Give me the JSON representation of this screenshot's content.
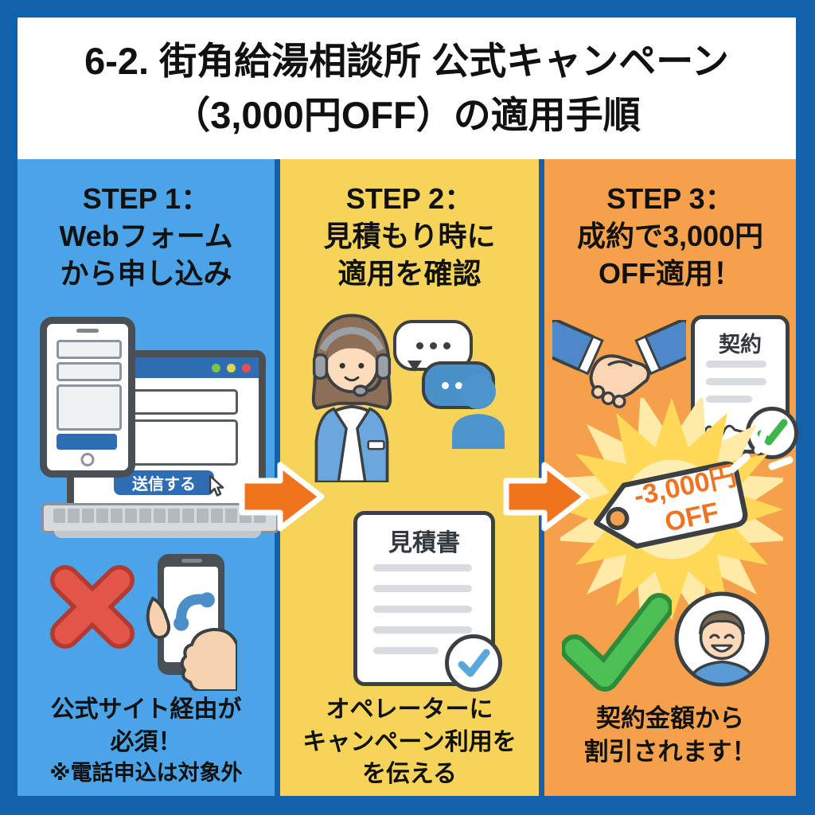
{
  "title": {
    "line1": "6-2. 街角給湯相談所 公式キャンペーン",
    "line2": "（3,000円OFF）の適用手順"
  },
  "steps": [
    {
      "header_line1": "STEP 1：",
      "header_line2": "Webフォーム",
      "header_line3": "から申し込み",
      "submit_button_label": "送信する",
      "note_line1": "公式サイト経由が",
      "note_line2": "必須！",
      "note_line3": "※電話申込は対象外",
      "icons": [
        "smartphone-form",
        "laptop-browser-form",
        "cursor",
        "cross-mark",
        "hand-holding-phone"
      ]
    },
    {
      "header_line1": "STEP 2：",
      "header_line2": "見積もり時に",
      "header_line3": "適用を確認",
      "document_title": "見積書",
      "note_line1": "オペレーターに",
      "note_line2": "キャンペーン利用を",
      "note_line3": "を伝える",
      "icons": [
        "operator-headset",
        "speech-bubbles",
        "person-silhouette",
        "quote-document",
        "blue-checkmark"
      ]
    },
    {
      "header_line1": "STEP 3：",
      "header_line2": "成約で3,000円",
      "header_line3": "OFF適用！",
      "document_title": "契約",
      "tag_line1": "-3,000円",
      "tag_line2": "OFF",
      "note_line1": "契約金額から",
      "note_line2": "割引されます！",
      "icons": [
        "handshake",
        "contract-document",
        "green-checkmark",
        "price-tag",
        "starburst",
        "customer-avatar"
      ]
    }
  ],
  "colors": {
    "frame": "#1361a9",
    "header_bg": "#ffffff",
    "step1_bg": "#4ba4e8",
    "step2_bg": "#f6d45a",
    "step3_bg": "#f5a14b",
    "arrow": "#f0741e",
    "tag_text": "#ef7320",
    "cross": "#e2564a",
    "check_green": "#4cbf55",
    "check_blue": "#5aa7dc"
  }
}
